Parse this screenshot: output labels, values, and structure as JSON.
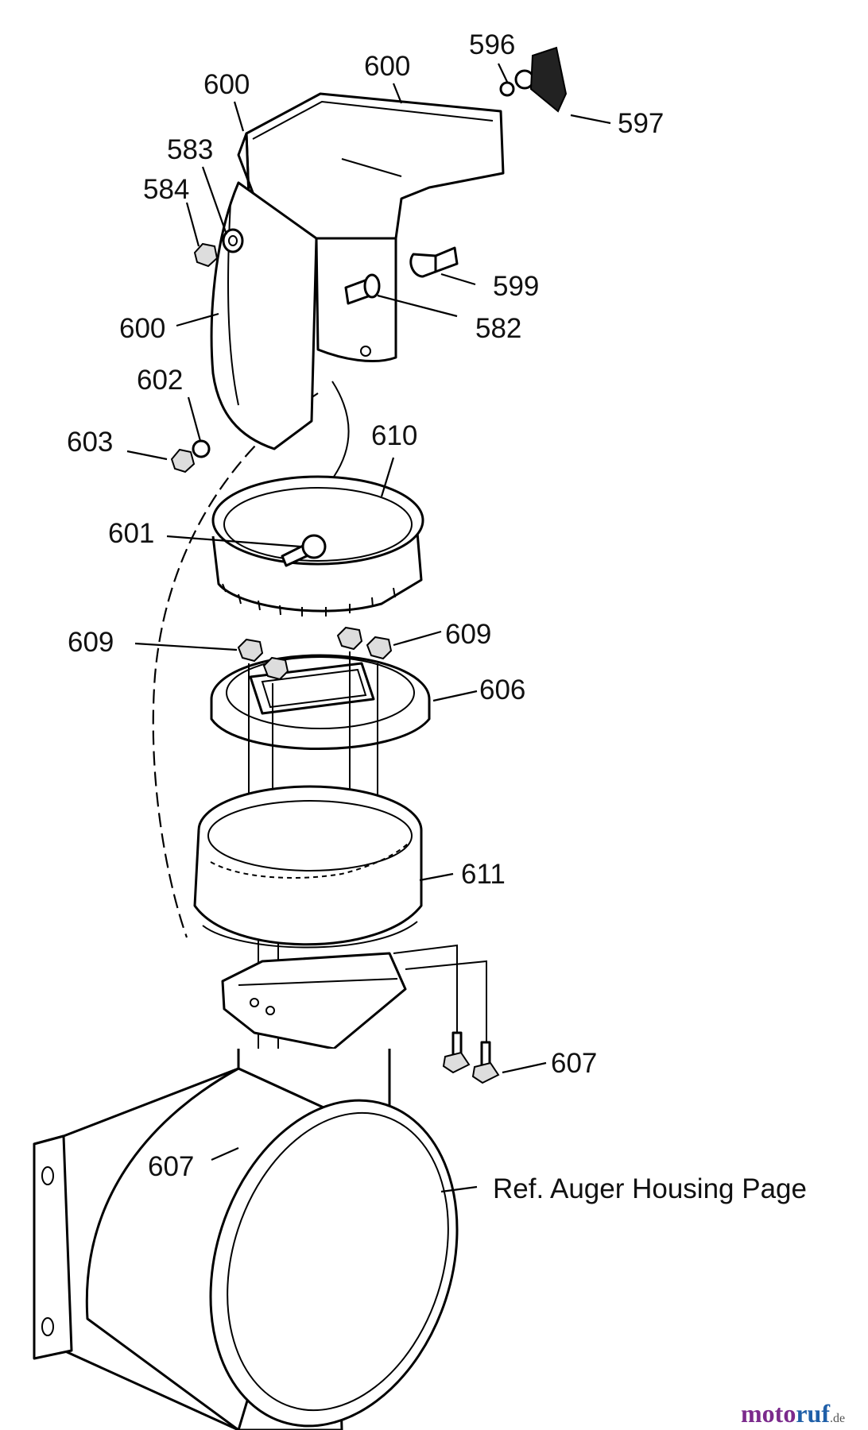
{
  "callouts": {
    "c596": "596",
    "c597": "597",
    "c600_top": "600",
    "c600_left": "600",
    "c600_mid": "600",
    "c583": "583",
    "c584": "584",
    "c599": "599",
    "c582": "582",
    "c602": "602",
    "c603": "603",
    "c610": "610",
    "c601": "601",
    "c609_left": "609",
    "c609_right": "609",
    "c606": "606",
    "c611": "611",
    "c607_right": "607",
    "c607_left": "607",
    "ref_note": "Ref. Auger Housing Page"
  },
  "watermark": {
    "part1": "moto",
    "part2": "ruf",
    "suffix": ".de"
  }
}
